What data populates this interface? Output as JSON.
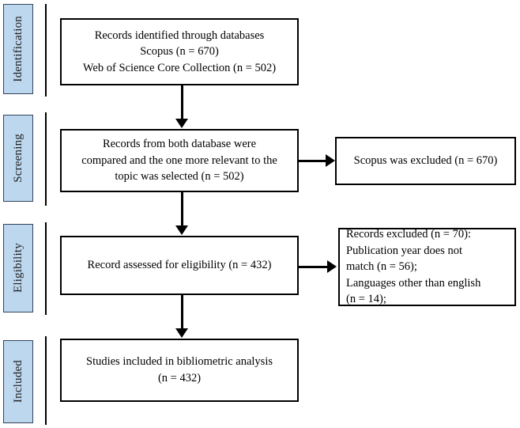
{
  "diagram": {
    "title": "PRISMA study selection flow diagram",
    "accent_color": "#bdd7ee",
    "chip_border_color": "#31435a",
    "line_color": "#000000",
    "box_background": "#ffffff"
  },
  "stages": [
    {
      "id": "identification",
      "label": "Identification"
    },
    {
      "id": "screening",
      "label": "Screening"
    },
    {
      "id": "eligibility",
      "label": "Eligibility"
    },
    {
      "id": "included",
      "label": "Included"
    }
  ],
  "boxes": {
    "identified": {
      "text": "Records identified through databases\nScopus (n = 670)\nWeb of Science Core Collection (n =  502)"
    },
    "compared": {
      "text": "Records  from both database were\ncompared and the one more relevant to the\ntopic was selected (n =  502)"
    },
    "scopus_excluded": {
      "text": "Scopus was excluded (n = 670)"
    },
    "eligibility_assessed": {
      "text": "Record assessed for eligibility (n = 432)"
    },
    "records_excluded": {
      "text": "Records excluded (n = 70):\nPublication year does not\nmatch (n = 56);\nLanguages other than english\n(n = 14);"
    },
    "included_studies": {
      "text": "Studies included in bibliometric analysis\n(n = 432)"
    }
  },
  "counts": {
    "scopus_identified": 670,
    "wos_identified": 502,
    "after_comparison": 502,
    "scopus_excluded": 670,
    "assessed_for_eligibility": 432,
    "excluded_total": 70,
    "excluded_publication_year": 56,
    "excluded_language": 14,
    "included_final": 432
  }
}
